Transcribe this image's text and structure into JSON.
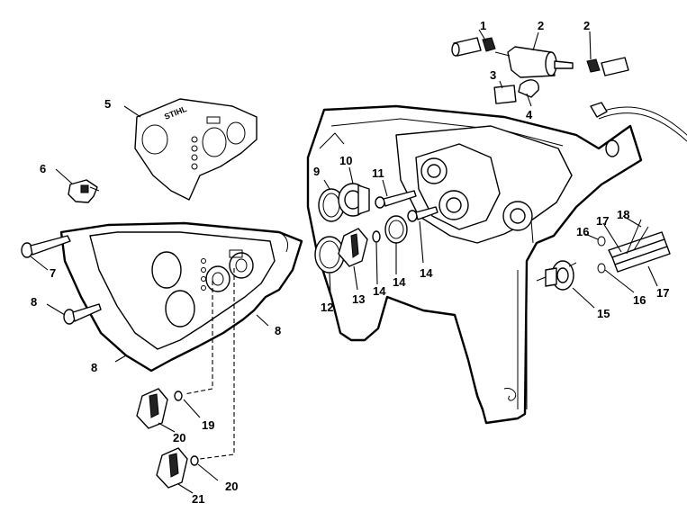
{
  "diagram": {
    "type": "exploded-parts-view",
    "panel_logo_text": "STIHL",
    "callouts": [
      {
        "id": "c1",
        "text": "1"
      },
      {
        "id": "c2a",
        "text": "2"
      },
      {
        "id": "c2b",
        "text": "2"
      },
      {
        "id": "c3",
        "text": "3"
      },
      {
        "id": "c4",
        "text": "4"
      },
      {
        "id": "c5",
        "text": "5"
      },
      {
        "id": "c6",
        "text": "6"
      },
      {
        "id": "c7",
        "text": "7"
      },
      {
        "id": "c8a",
        "text": "8"
      },
      {
        "id": "c8b",
        "text": "8"
      },
      {
        "id": "c8c",
        "text": "8"
      },
      {
        "id": "c9",
        "text": "9"
      },
      {
        "id": "c10",
        "text": "10"
      },
      {
        "id": "c11",
        "text": "11"
      },
      {
        "id": "c12",
        "text": "12"
      },
      {
        "id": "c13",
        "text": "13"
      },
      {
        "id": "c14a",
        "text": "14"
      },
      {
        "id": "c14b",
        "text": "14"
      },
      {
        "id": "c14c",
        "text": "14"
      },
      {
        "id": "c15",
        "text": "15"
      },
      {
        "id": "c16a",
        "text": "16"
      },
      {
        "id": "c16b",
        "text": "16"
      },
      {
        "id": "c17a",
        "text": "17"
      },
      {
        "id": "c17b",
        "text": "17"
      },
      {
        "id": "c18",
        "text": "18"
      },
      {
        "id": "c19",
        "text": "19"
      },
      {
        "id": "c20a",
        "text": "20"
      },
      {
        "id": "c20b",
        "text": "20"
      },
      {
        "id": "c21",
        "text": "21"
      }
    ]
  }
}
